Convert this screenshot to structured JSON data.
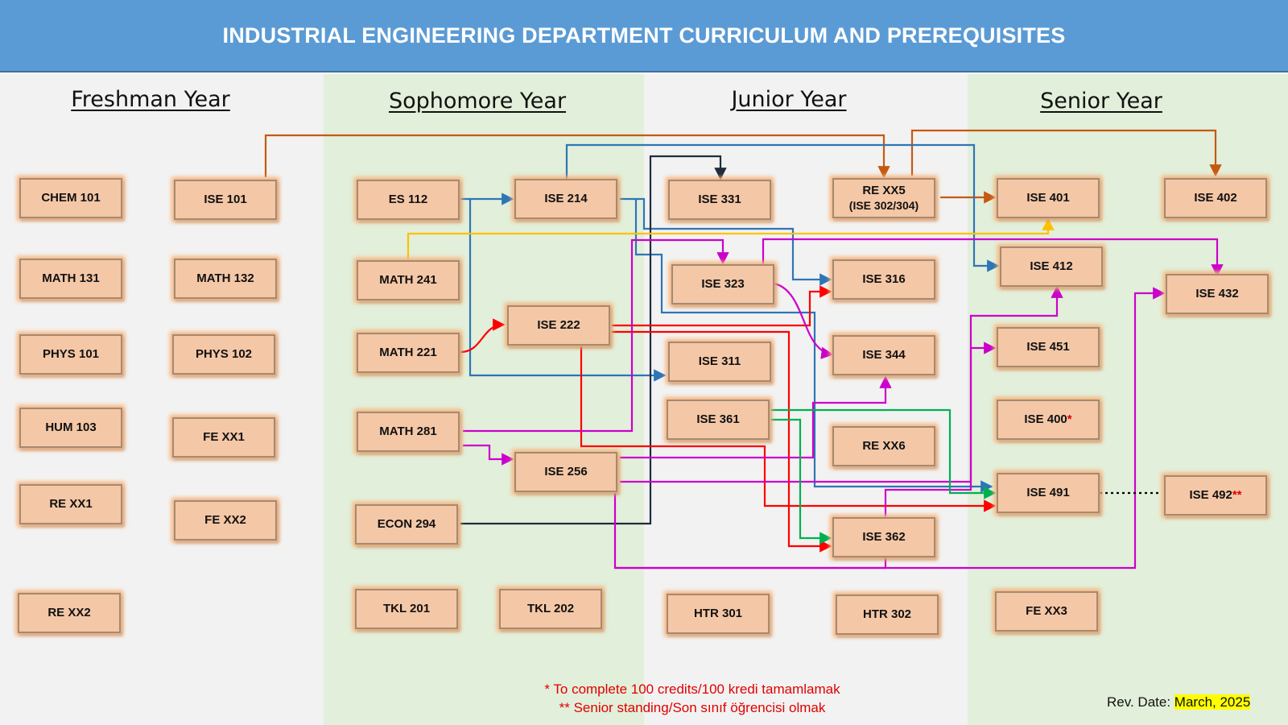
{
  "title": "INDUSTRIAL ENGINEERING DEPARTMENT CURRICULUM AND PREREQUISITES",
  "years": [
    {
      "id": "freshman",
      "label": "Freshman Year"
    },
    {
      "id": "sophomore",
      "label": "Sophomore Year"
    },
    {
      "id": "junior",
      "label": "Junior Year"
    },
    {
      "id": "senior",
      "label": "Senior Year"
    }
  ],
  "courses": {
    "chem101": "CHEM 101",
    "ise101": "ISE 101",
    "math131": "MATH 131",
    "math132": "MATH 132",
    "phys101": "PHYS 101",
    "phys102": "PHYS 102",
    "hum103": "HUM 103",
    "fexx1": "FE XX1",
    "rexx1": "RE XX1",
    "fexx2": "FE XX2",
    "rexx2": "RE XX2",
    "es112": "ES 112",
    "ise214": "ISE 214",
    "math241": "MATH 241",
    "math221": "MATH 221",
    "ise222": "ISE 222",
    "math281": "MATH 281",
    "ise256": "ISE 256",
    "econ294": "ECON 294",
    "tkl201": "TKL 201",
    "tkl202": "TKL 202",
    "ise331": "ISE 331",
    "rexx5": "RE XX5",
    "rexx5_sub": "(ISE 302/304)",
    "ise323": "ISE 323",
    "ise316": "ISE 316",
    "ise311": "ISE 311",
    "ise344": "ISE 344",
    "ise361": "ISE 361",
    "rexx6": "RE XX6",
    "ise362": "ISE 362",
    "htr301": "HTR 301",
    "htr302": "HTR 302",
    "ise401": "ISE 401",
    "ise402": "ISE 402",
    "ise412": "ISE 412",
    "ise432": "ISE 432",
    "ise451": "ISE 451",
    "ise400": "ISE 400",
    "ise400_mark": "*",
    "ise491": "ISE 491",
    "ise492": "ISE 492",
    "ise492_mark": "**",
    "fexx3": "FE XX3"
  },
  "notes": {
    "line1": "* To complete 100 credits/100 kredi tamamlamak",
    "line2": "** Senior standing/Son sınıf öğrencisi olmak"
  },
  "rev_date": {
    "label": "Rev. Date:",
    "value": "March, 2025"
  },
  "colors": {
    "header": "#5b9bd5",
    "orange_arrow": "#c55a11",
    "blue_arrow": "#2e75b6",
    "navy_arrow": "#1f2d3d",
    "yellow_arrow": "#ffc000",
    "red_arrow": "#ff0000",
    "magenta_arrow": "#cc00cc",
    "green_arrow": "#00b050",
    "course_fill": "#f4c7a6"
  }
}
